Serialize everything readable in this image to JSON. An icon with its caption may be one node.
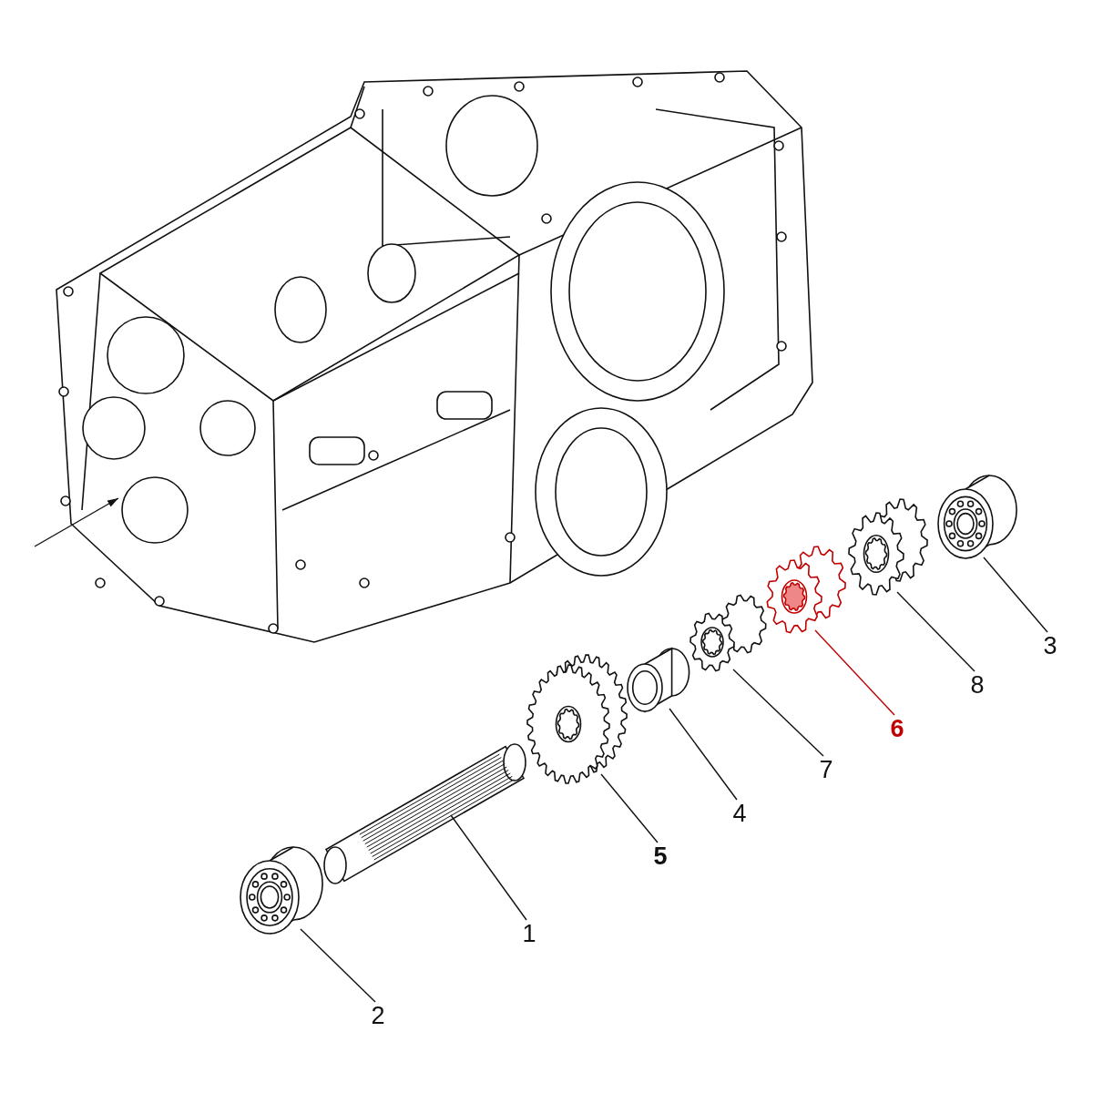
{
  "diagram": {
    "nodes": [
      {
        "text": [],
        "shape": "picture"
      },
      {
        "text": [],
        "shape": "picture"
      },
      {
        "text": [],
        "shape": "picture"
      },
      {
        "text": [],
        "shape": "picture"
      },
      {
        "text": [],
        "shape": "picture"
      },
      {
        "text": [],
        "shape": "picture"
      },
      {
        "text": [],
        "shape": "picture"
      },
      {
        "text": [],
        "shape": "picture"
      },
      {
        "text": [],
        "shape": "picture"
      },
      {
        "text": [
          "3"
        ]
      },
      {
        "text": [
          "8"
        ]
      },
      {
        "text": [
          "6"
        ]
      },
      {
        "text": [
          "7"
        ]
      },
      {
        "text": [
          "4"
        ]
      },
      {
        "text": [
          "5"
        ]
      },
      {
        "text": [
          "1"
        ]
      },
      {
        "text": [
          "2"
        ]
      }
    ],
    "edges": [
      {
        "from": 9,
        "to": 1,
        "arrow": "none"
      },
      {
        "from": 10,
        "to": 2,
        "arrow": "none"
      },
      {
        "from": 11,
        "to": 3,
        "arrow": "none",
        "color": "#c00000"
      },
      {
        "from": 12,
        "to": 4,
        "arrow": "none"
      },
      {
        "from": 13,
        "to": 5,
        "arrow": "none"
      },
      {
        "from": 14,
        "to": 6,
        "arrow": "none"
      },
      {
        "from": 15,
        "to": 7,
        "arrow": "none"
      },
      {
        "from": 16,
        "to": 8,
        "arrow": "none"
      },
      {
        "from": null,
        "to": 0,
        "arrow": "to"
      }
    ]
  }
}
